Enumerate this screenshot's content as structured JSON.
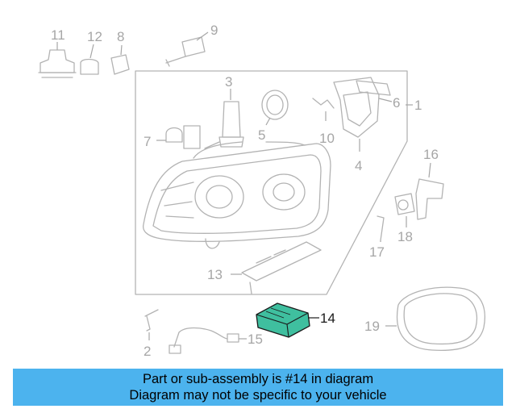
{
  "diagram": {
    "callouts": [
      "11",
      "12",
      "8",
      "9",
      "3",
      "5",
      "6",
      "1",
      "10",
      "7",
      "4",
      "16",
      "18",
      "17",
      "13",
      "14",
      "19",
      "2",
      "15"
    ],
    "highlighted": "14",
    "highlight_color": "#3fbf9f"
  },
  "banner": {
    "line1": "Part or sub-assembly is #14 in diagram",
    "line2": "Diagram may not be specific to your vehicle",
    "background": "#4cb3ee"
  }
}
